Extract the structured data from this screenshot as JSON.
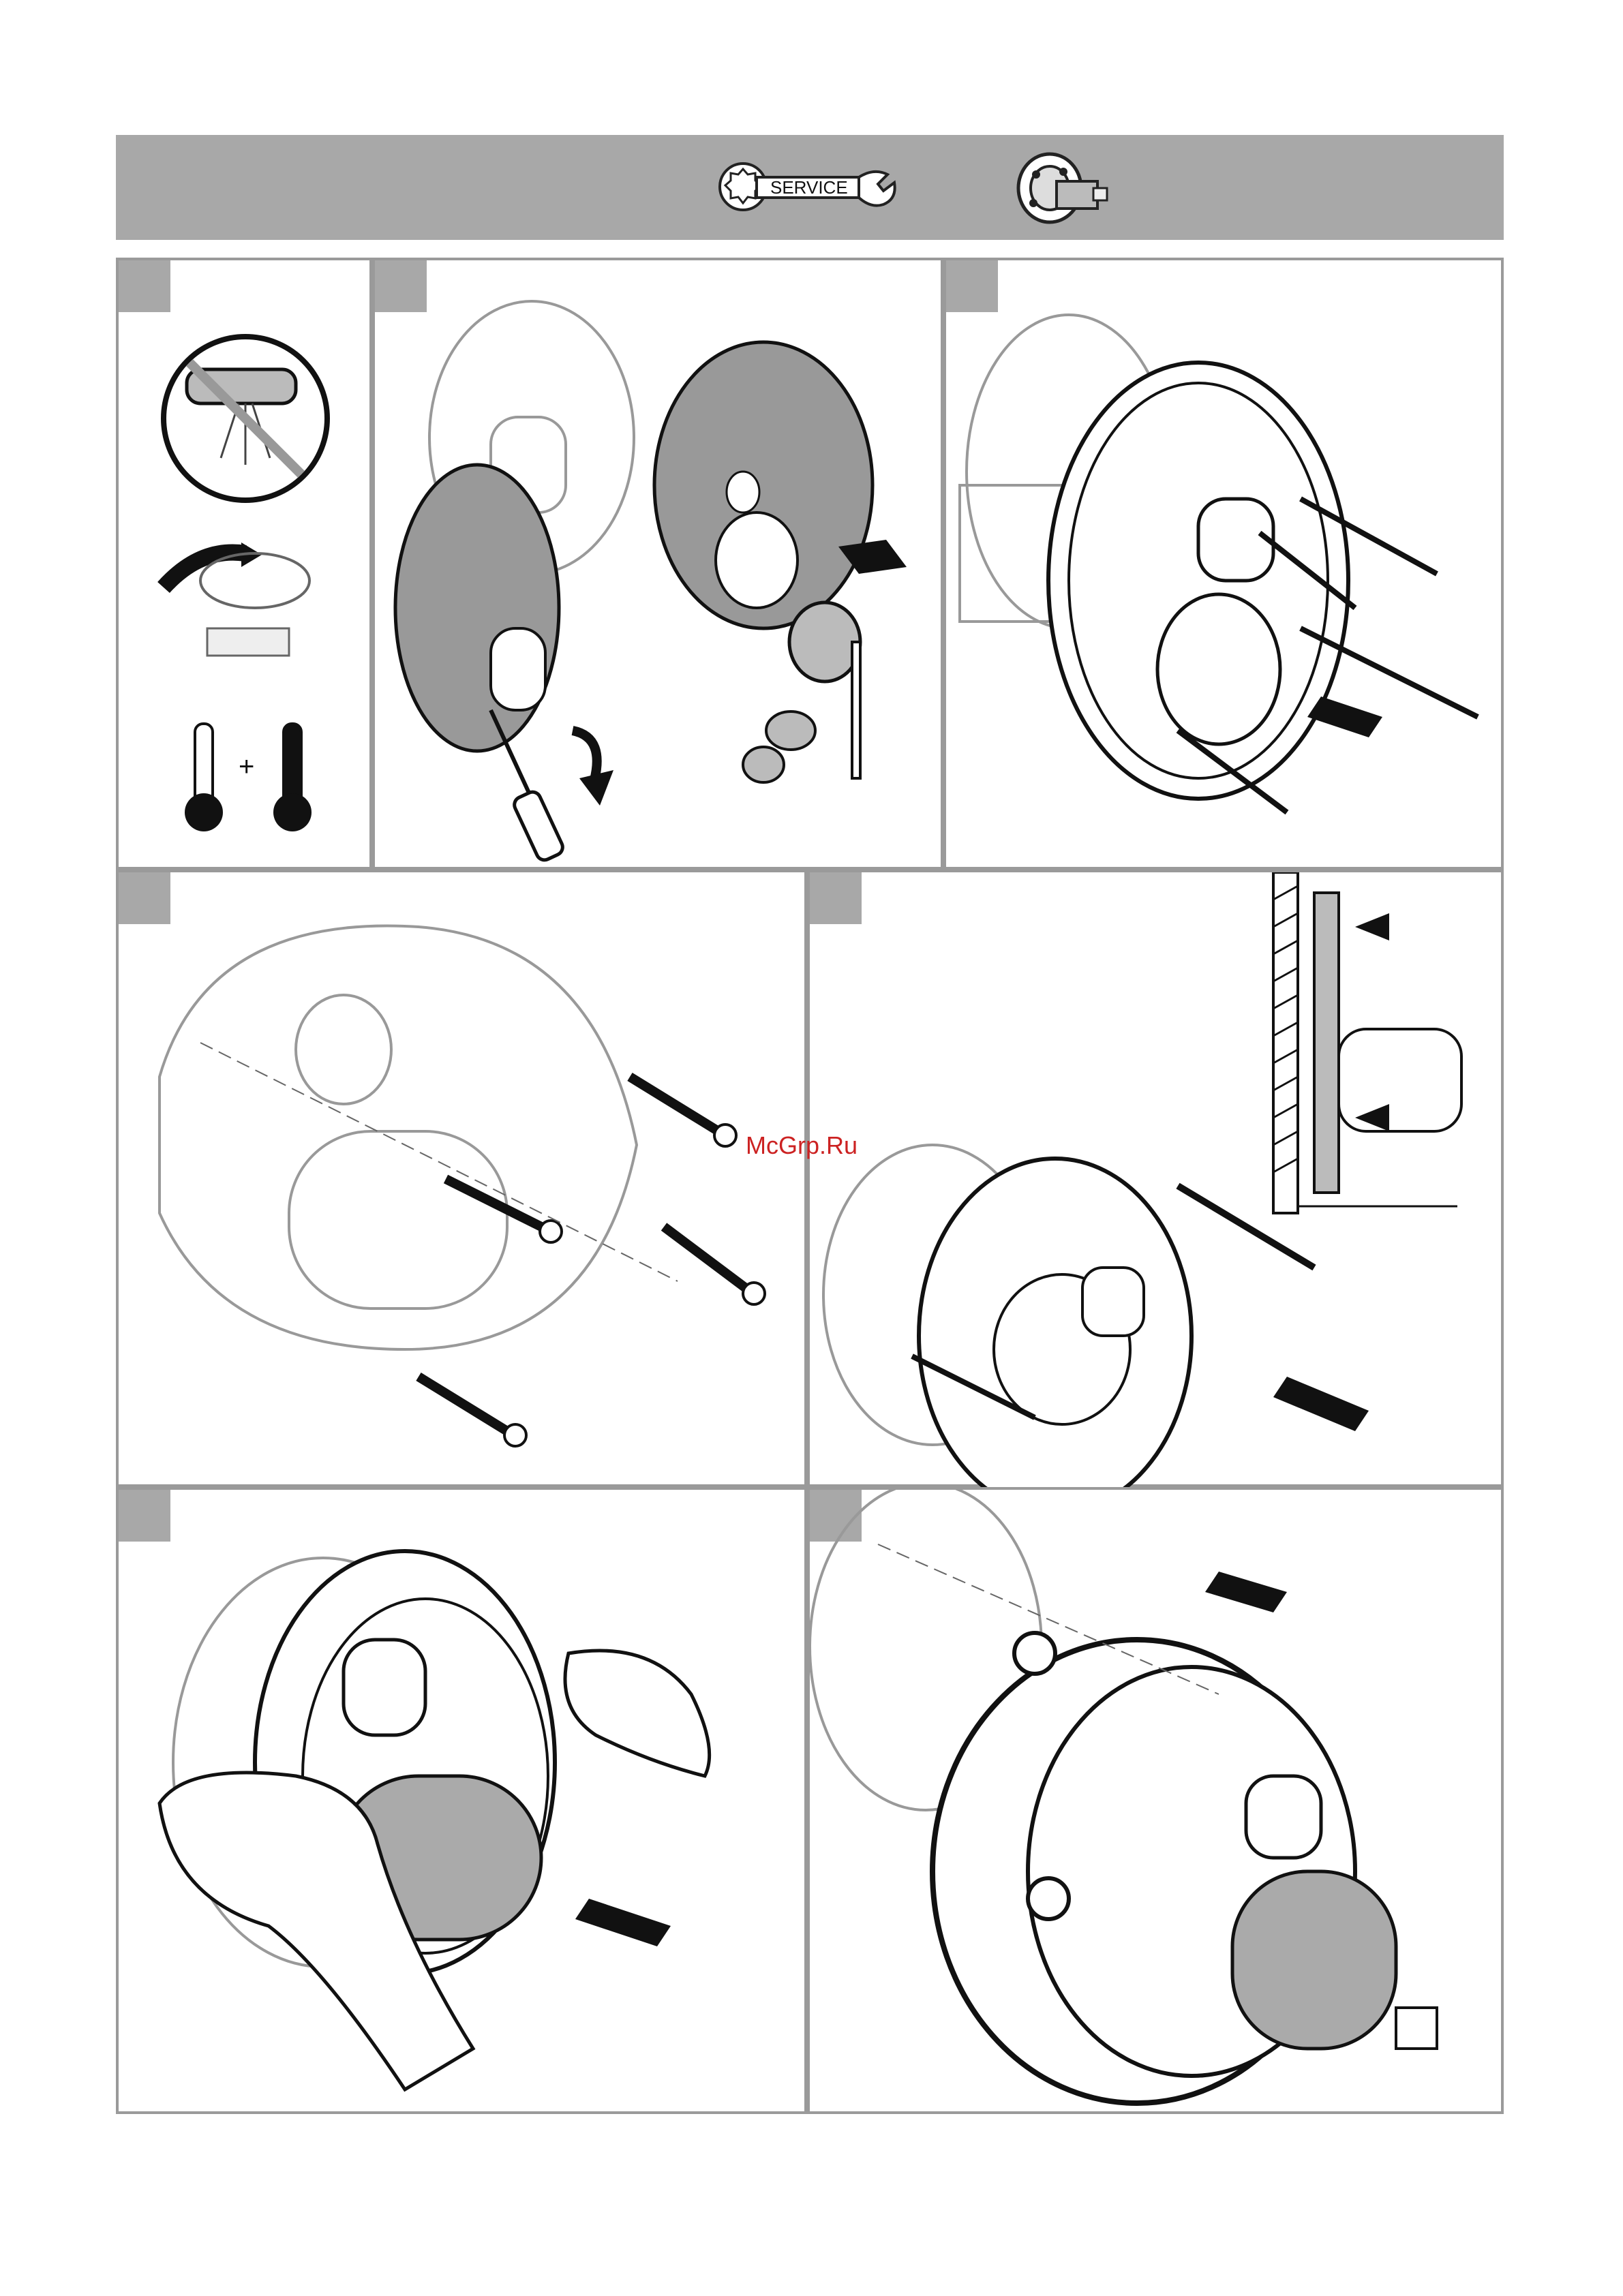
{
  "header": {
    "service_label": "SERVICE",
    "icons": [
      "service-wrench-icon",
      "cartridge-icon"
    ]
  },
  "panels": [
    {
      "name": "panel-1",
      "icons": [
        "no-water-spray-icon",
        "turn-off-valve-icon",
        "thermometer-cold-icon",
        "thermometer-hot-icon"
      ],
      "symbol": "+"
    },
    {
      "name": "panel-2",
      "icons": [
        "remove-escutcheon-icon",
        "screwdriver-icon"
      ]
    },
    {
      "name": "panel-3",
      "icons": [
        "remove-extension-plate-icon"
      ]
    },
    {
      "name": "panel-4",
      "icons": [
        "remove-screws-icon"
      ]
    },
    {
      "name": "panel-5",
      "icons": [
        "install-plate-icon",
        "wall-section-icon"
      ]
    },
    {
      "name": "panel-6",
      "icons": [
        "pull-cartridge-icon",
        "hands-icon"
      ]
    },
    {
      "name": "panel-7",
      "icons": [
        "cartridge-assembly-icon"
      ]
    }
  ],
  "watermark": "McGrp.Ru",
  "colors": {
    "header": "#a8a8a8",
    "border": "#9a9a9a",
    "line": "#222222",
    "watermark": "#cc2222"
  }
}
